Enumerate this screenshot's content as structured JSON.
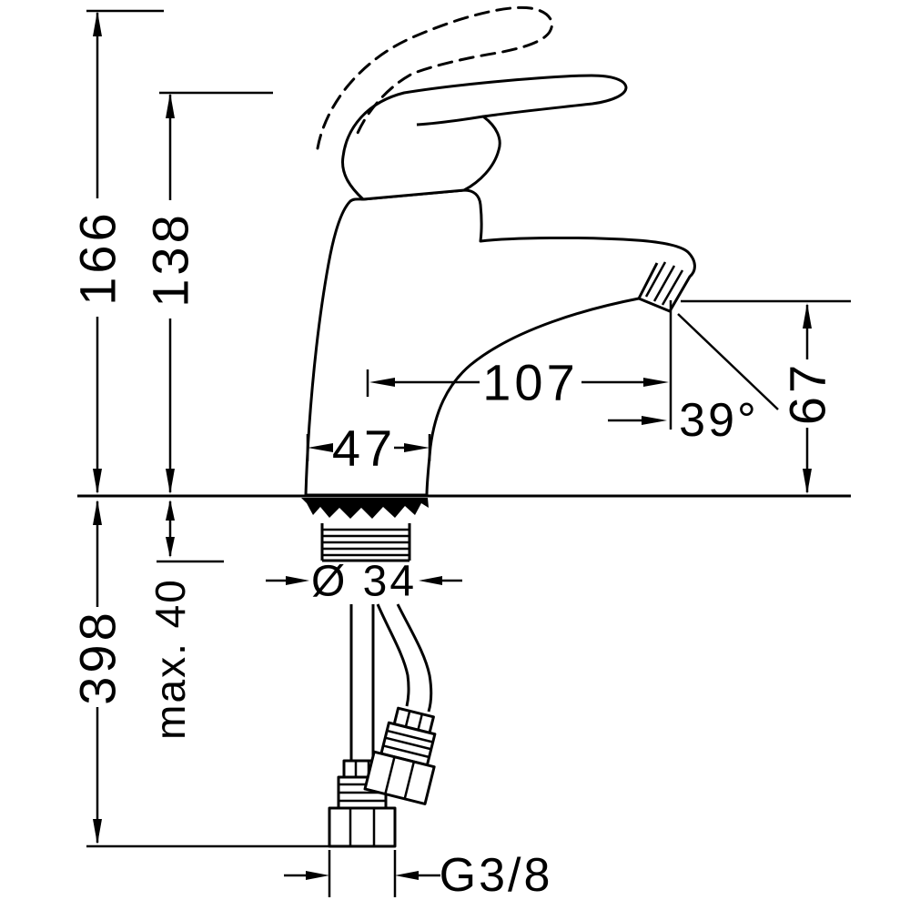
{
  "colors": {
    "ink": "#000000",
    "background": "#ffffff"
  },
  "dims": {
    "total_height": "166",
    "body_height": "138",
    "spout_reach": "107",
    "base_width": "47",
    "spray_angle": "39°",
    "spout_height": "67",
    "install_depth": "398",
    "max_thickness": "max. 40",
    "hole_diameter": "Ø 34",
    "thread": "G3/8"
  }
}
